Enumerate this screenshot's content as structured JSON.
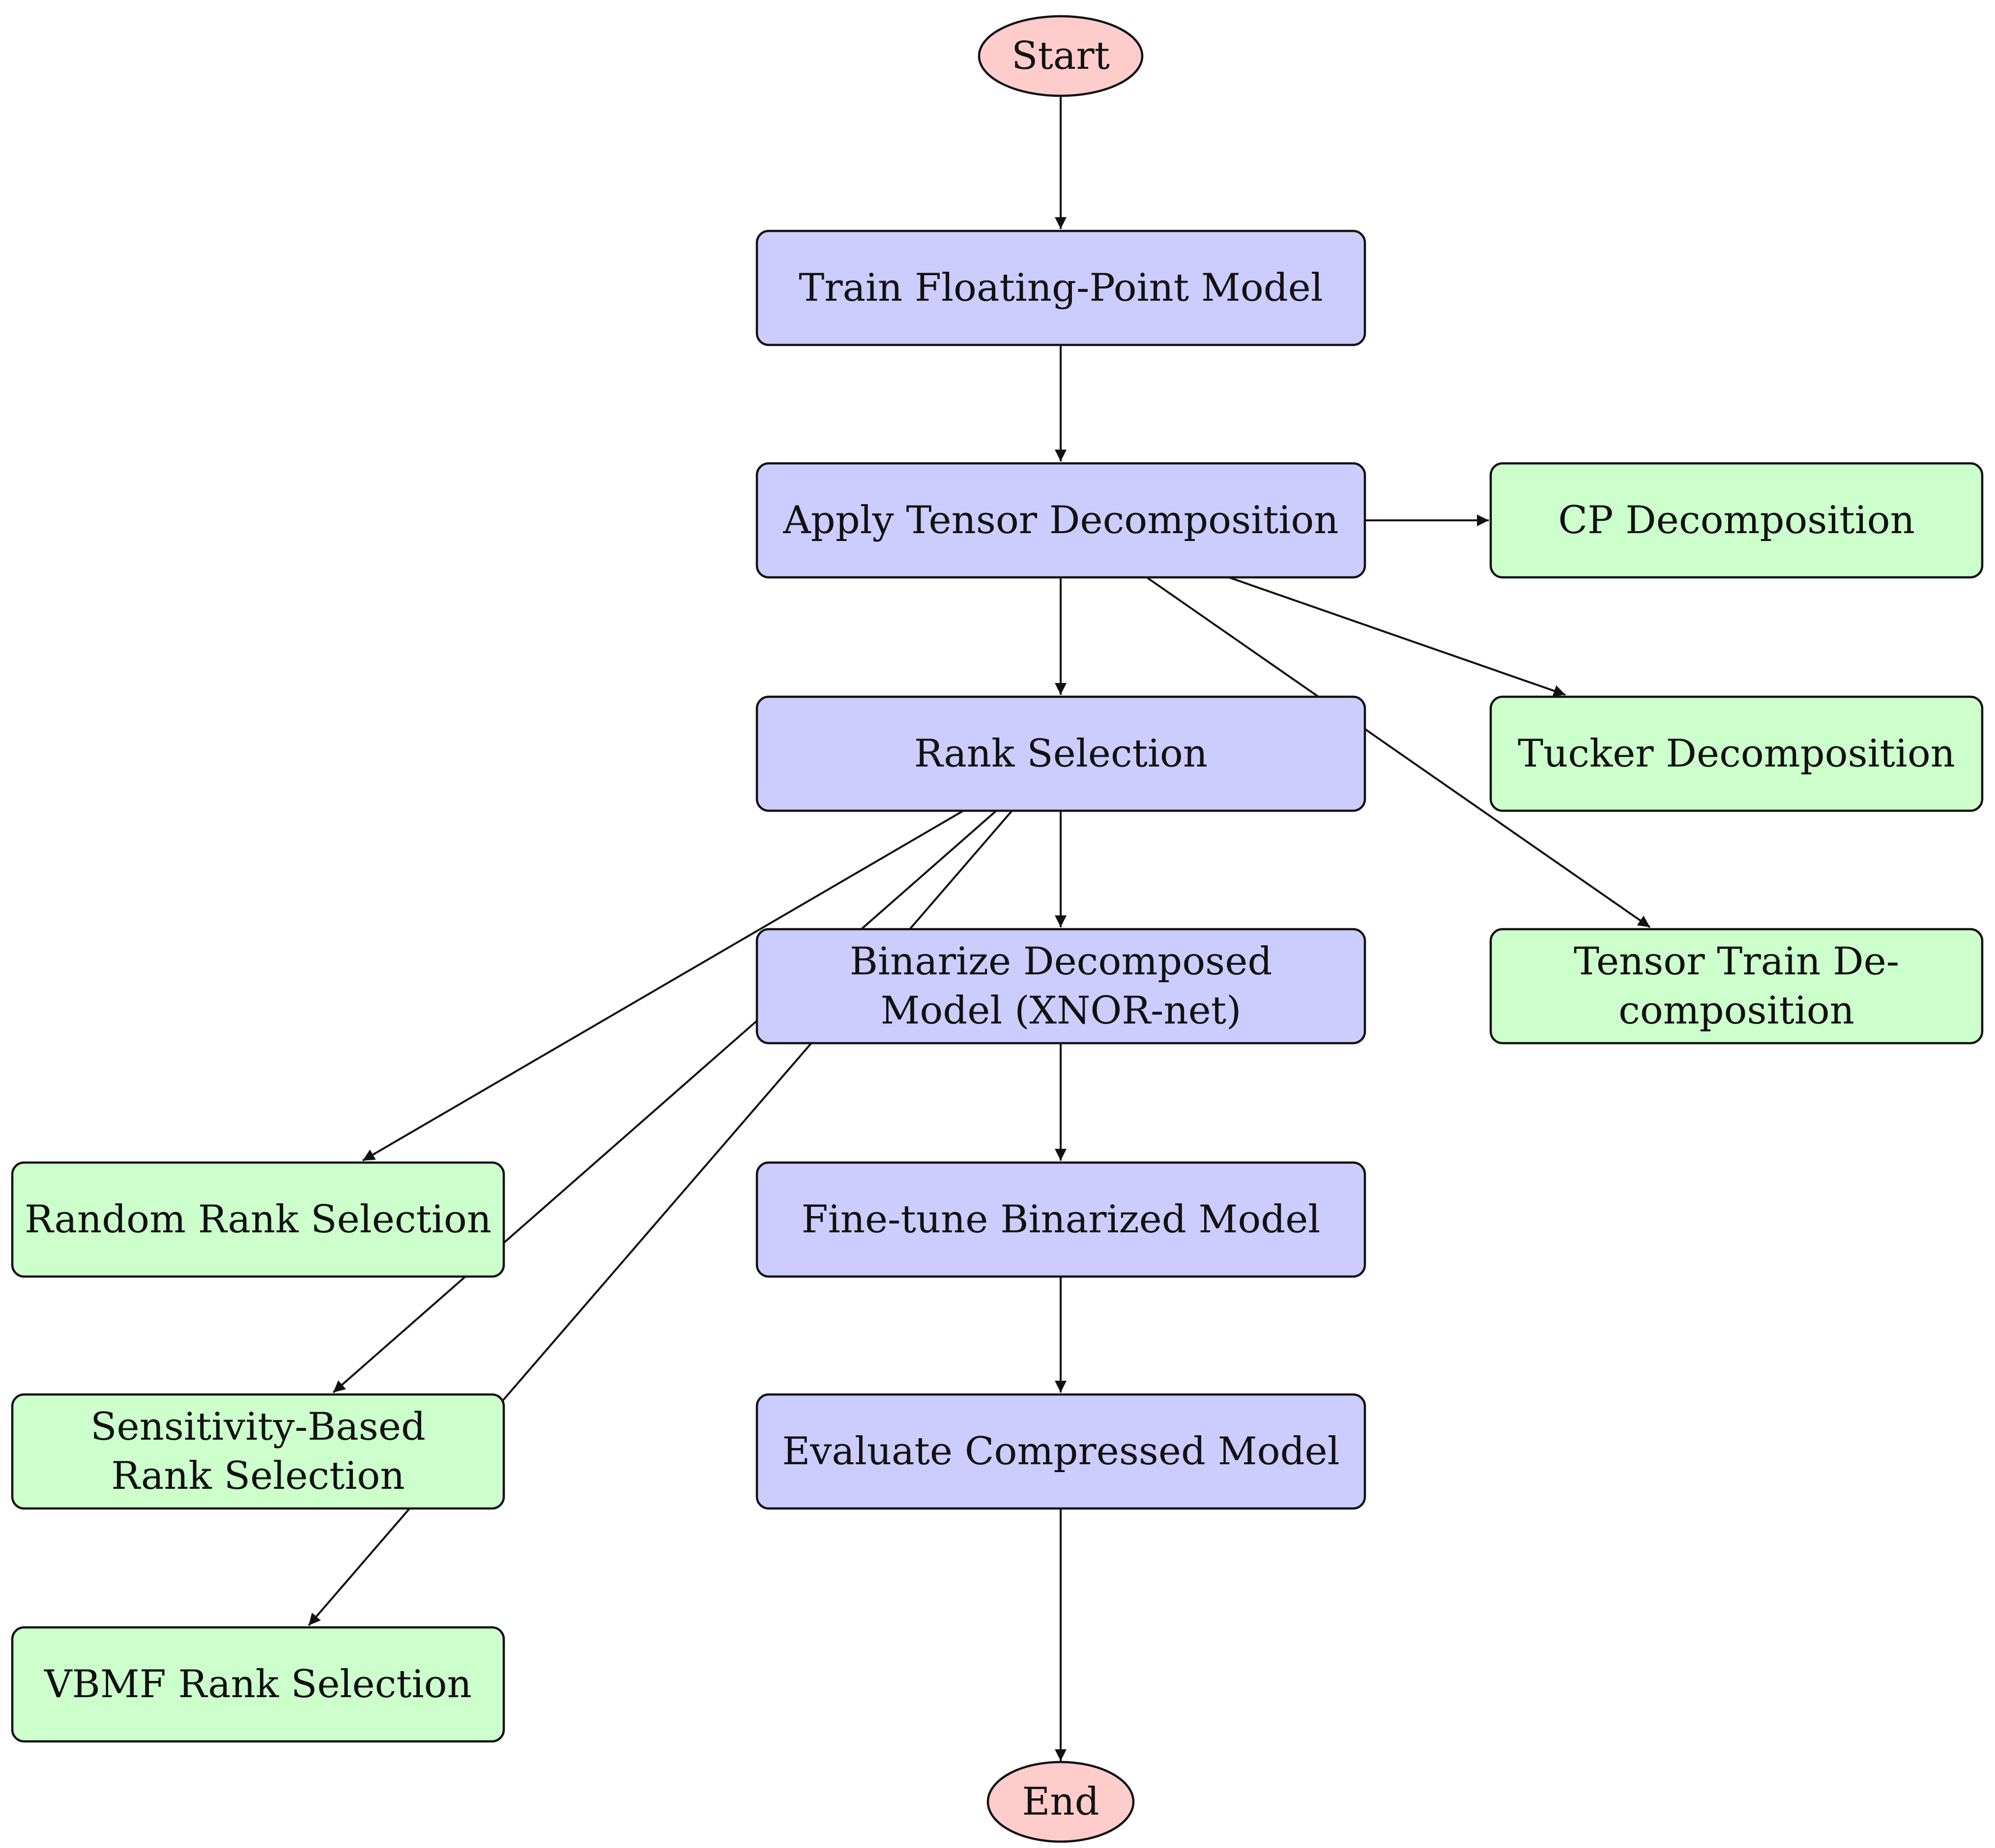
{
  "colors": {
    "terminal_fill": "#ffcccc",
    "process_fill": "#ccccff",
    "option_fill": "#ccffcc",
    "stroke": "#111111"
  },
  "nodes": [
    {
      "id": "start",
      "kind": "terminal",
      "lines": [
        "Start"
      ]
    },
    {
      "id": "train",
      "kind": "process",
      "lines": [
        "Train Floating-Point Model"
      ]
    },
    {
      "id": "apply",
      "kind": "process",
      "lines": [
        "Apply Tensor Decomposition"
      ]
    },
    {
      "id": "rank",
      "kind": "process",
      "lines": [
        "Rank Selection"
      ]
    },
    {
      "id": "binarize",
      "kind": "process",
      "lines": [
        "Binarize Decomposed",
        "Model (XNOR-net)"
      ]
    },
    {
      "id": "finetune",
      "kind": "process",
      "lines": [
        "Fine-tune Binarized Model"
      ]
    },
    {
      "id": "evaluate",
      "kind": "process",
      "lines": [
        "Evaluate Compressed Model"
      ]
    },
    {
      "id": "end",
      "kind": "terminal",
      "lines": [
        "End"
      ]
    },
    {
      "id": "cp",
      "kind": "option",
      "lines": [
        "CP Decomposition"
      ]
    },
    {
      "id": "tucker",
      "kind": "option",
      "lines": [
        "Tucker Decomposition"
      ]
    },
    {
      "id": "tt",
      "kind": "option",
      "lines": [
        "Tensor Train De-",
        "composition"
      ]
    },
    {
      "id": "random",
      "kind": "option",
      "lines": [
        "Random Rank Selection"
      ]
    },
    {
      "id": "sensitivity",
      "kind": "option",
      "lines": [
        "Sensitivity-Based",
        "Rank Selection"
      ]
    },
    {
      "id": "vbmf",
      "kind": "option",
      "lines": [
        "VBMF Rank Selection"
      ]
    }
  ],
  "edges": [
    {
      "from": "start",
      "to": "train"
    },
    {
      "from": "train",
      "to": "apply"
    },
    {
      "from": "apply",
      "to": "rank"
    },
    {
      "from": "rank",
      "to": "binarize"
    },
    {
      "from": "binarize",
      "to": "finetune"
    },
    {
      "from": "finetune",
      "to": "evaluate"
    },
    {
      "from": "evaluate",
      "to": "end"
    },
    {
      "from": "apply",
      "to": "cp"
    },
    {
      "from": "apply",
      "to": "tucker"
    },
    {
      "from": "apply",
      "to": "tt"
    },
    {
      "from": "rank",
      "to": "random"
    },
    {
      "from": "rank",
      "to": "sensitivity"
    },
    {
      "from": "rank",
      "to": "vbmf"
    }
  ]
}
